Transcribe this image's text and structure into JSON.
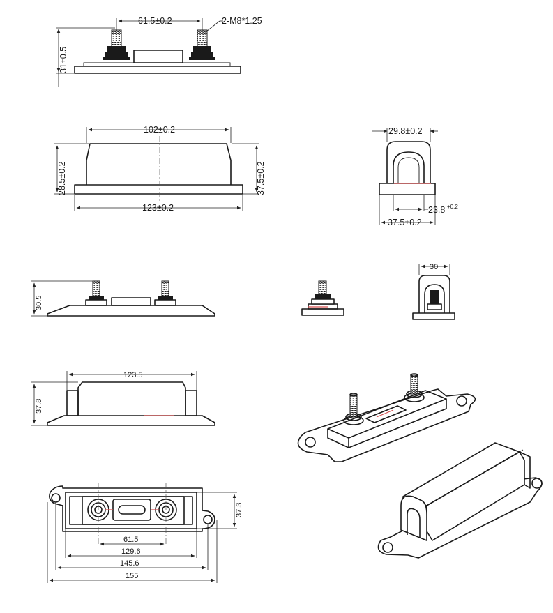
{
  "dimensions": {
    "top_terminal_spacing": "61.5±0.2",
    "thread_spec": "2-M8*1.25",
    "front_height": "31±0.5",
    "cover_length": "102±0.2",
    "base_length": "123±0.2",
    "cover_height": "28.5±0.2",
    "total_height": "37.5±0.2",
    "end_cover_width": "29.8±0.2",
    "end_inner_width": "23.8",
    "end_inner_width_tol": "+0.2",
    "end_base_width": "37.5±0.2",
    "side_height": "30.5",
    "end_width_30": "30",
    "cover_length_2": "123.5",
    "cover_height_2": "37.8",
    "plan_width": "37.3",
    "plan_terminal_spacing": "61.5",
    "plan_inner_length": "129.6",
    "plan_hole_spacing": "145.6",
    "plan_total_length": "155"
  }
}
